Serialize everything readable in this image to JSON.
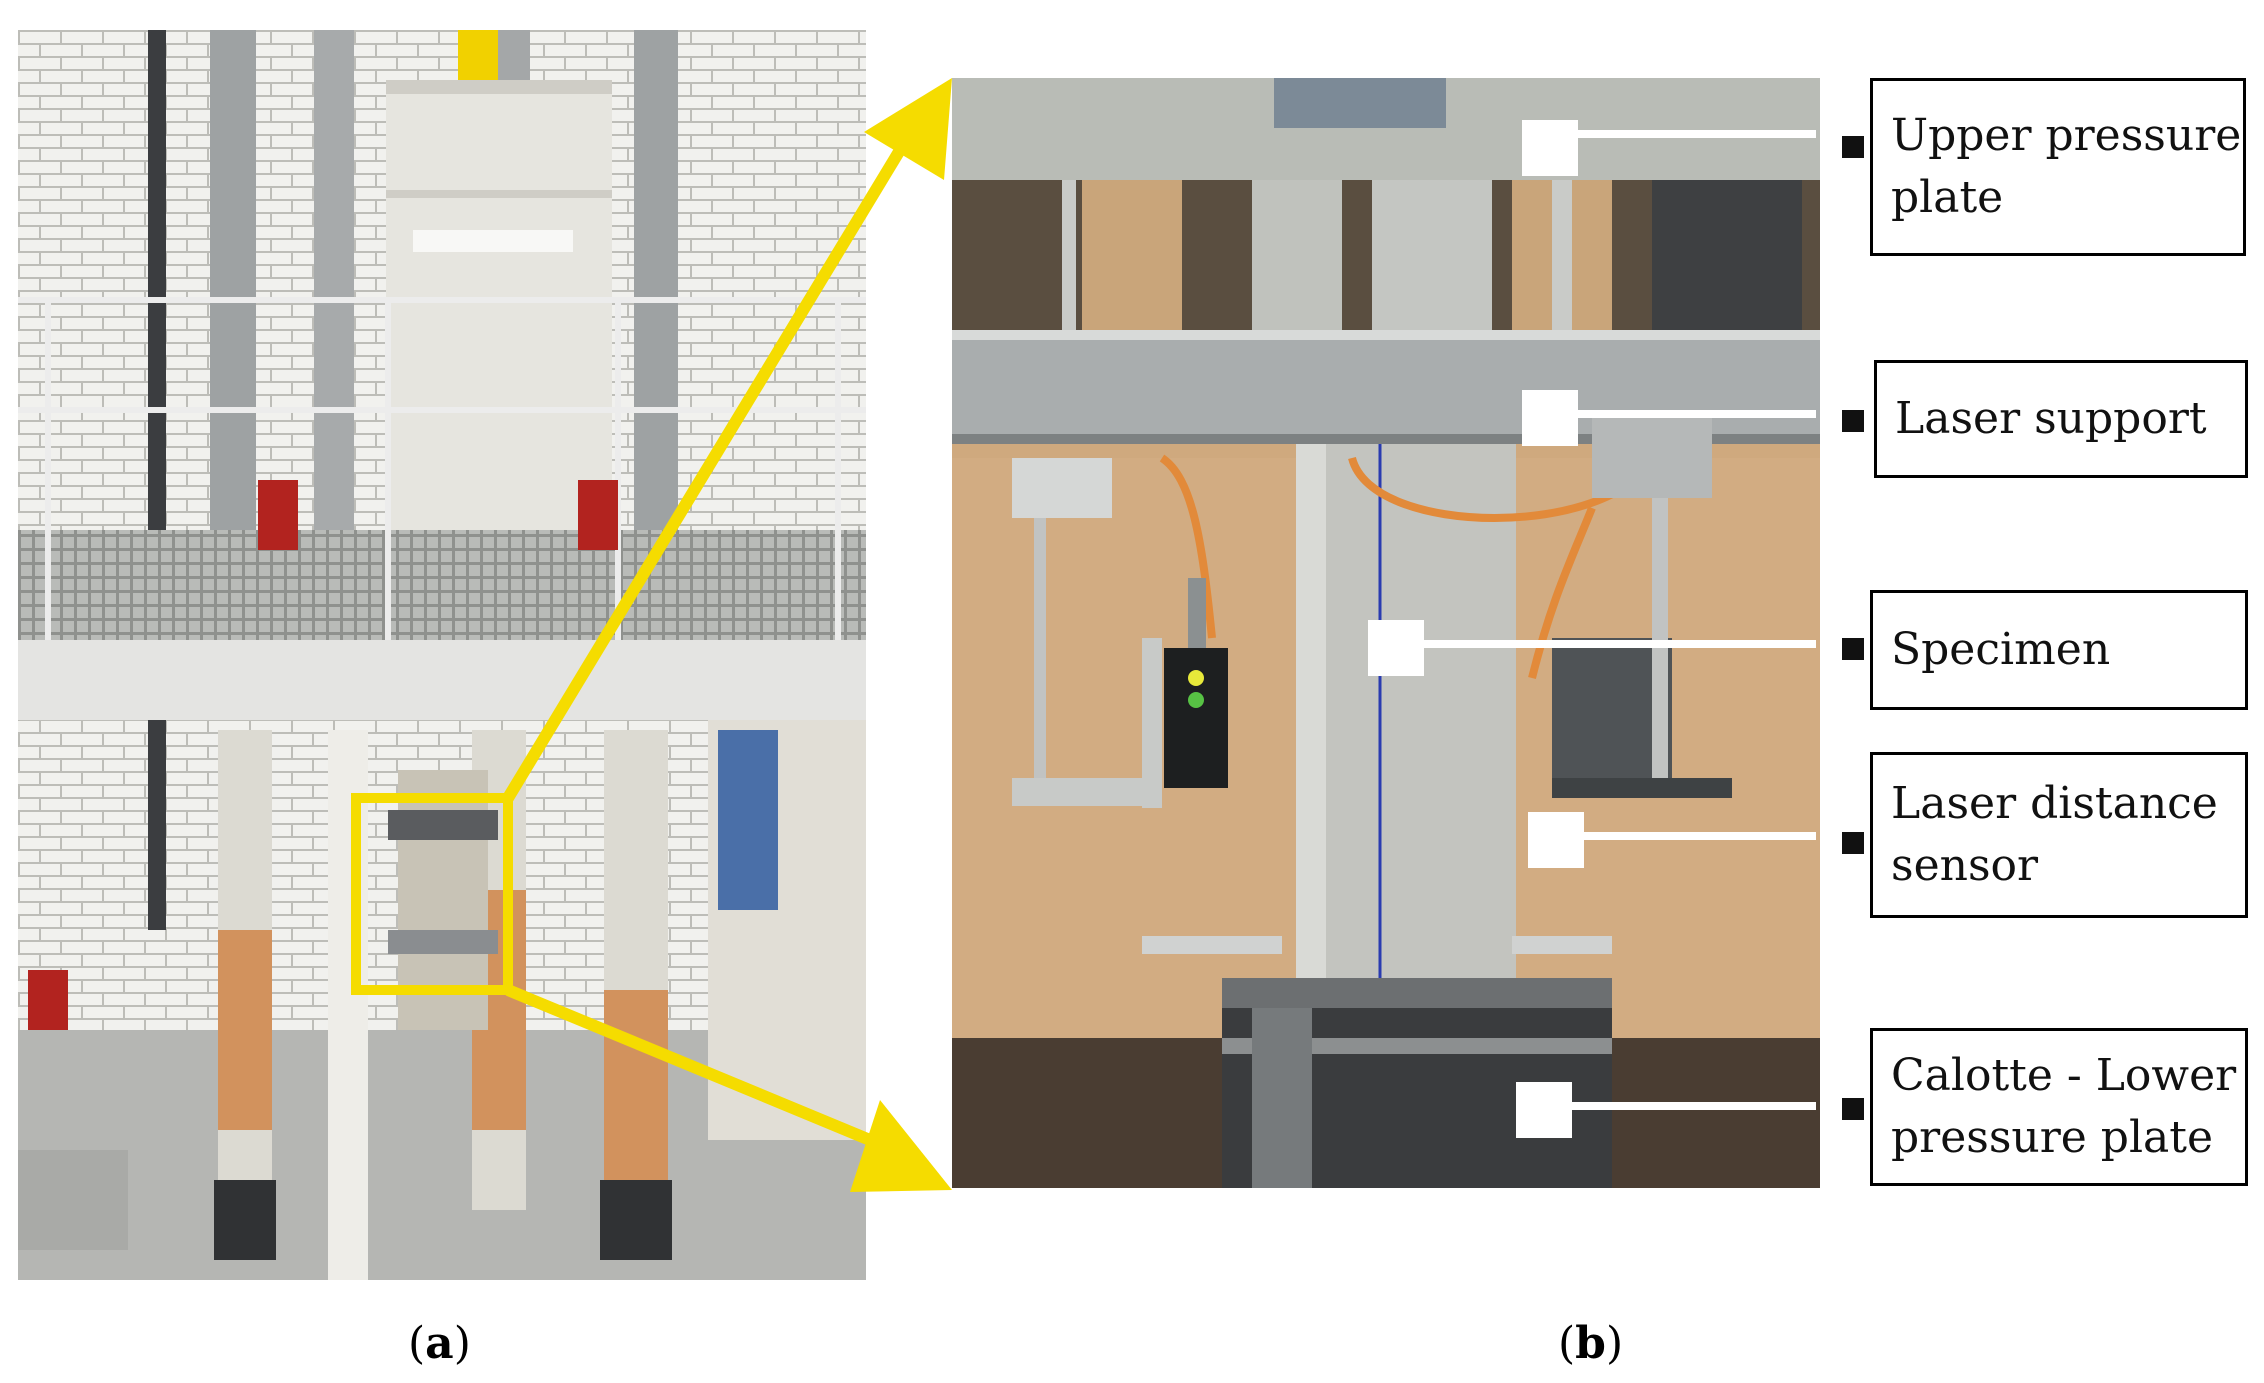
{
  "captions": {
    "a_open": "(",
    "a_letter": "a",
    "a_close": ")",
    "b_open": "(",
    "b_letter": "b",
    "b_close": ")"
  },
  "labels": {
    "upper_pressure_plate_l1": "Upper pressure",
    "upper_pressure_plate_l2": "plate",
    "laser_support": "Laser support",
    "specimen": "Specimen",
    "laser_distance_sensor_l1": "Laser distance",
    "laser_distance_sensor_l2": "sensor",
    "calotte_l1": "Calotte - Lower",
    "calotte_l2": "pressure plate"
  },
  "colors": {
    "highlight": "#f5dc00",
    "steel": "#9a9e9c",
    "wall": "#d4cdbd",
    "concrete": "#c7c8c3",
    "cable": "#e28a3a"
  }
}
